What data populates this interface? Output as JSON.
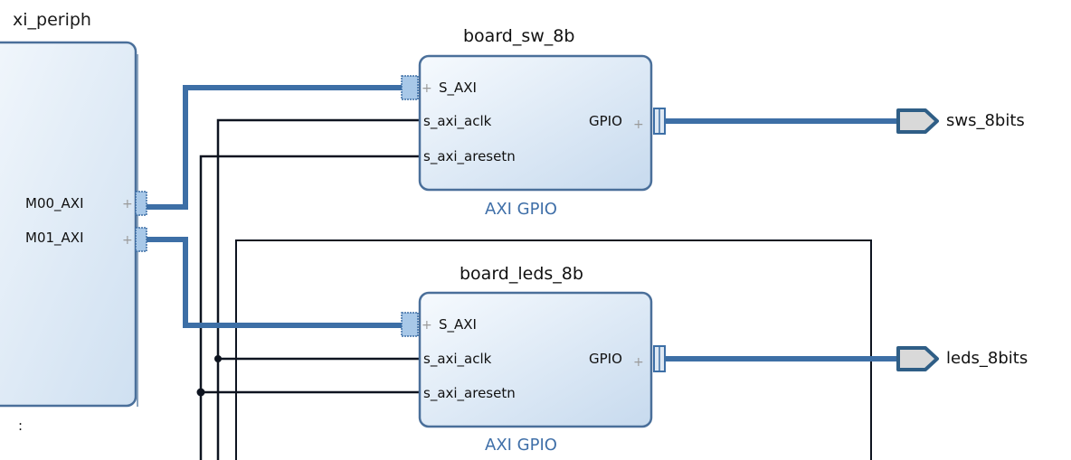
{
  "interconnect": {
    "name_fragment": "xi_periph",
    "ports": [
      "M00_AXI",
      "M01_AXI"
    ],
    "bottom_fragment": ":"
  },
  "blocks": [
    {
      "instance": "board_sw_8b",
      "type": "AXI GPIO",
      "ports_in": [
        "S_AXI",
        "s_axi_aclk",
        "s_axi_aresetn"
      ],
      "port_out": "GPIO",
      "external": "sws_8bits"
    },
    {
      "instance": "board_leds_8b",
      "type": "AXI GPIO",
      "ports_in": [
        "S_AXI",
        "s_axi_aclk",
        "s_axi_aresetn"
      ],
      "port_out": "GPIO",
      "external": "leds_8bits"
    }
  ],
  "colors": {
    "bus": "#3d6fa6",
    "wire": "#0e1420",
    "block_border": "#4a6f9a",
    "block_fill_top": "#f3f8fd",
    "block_fill_bottom": "#cadcef",
    "ext_port": "#2f5e86"
  }
}
